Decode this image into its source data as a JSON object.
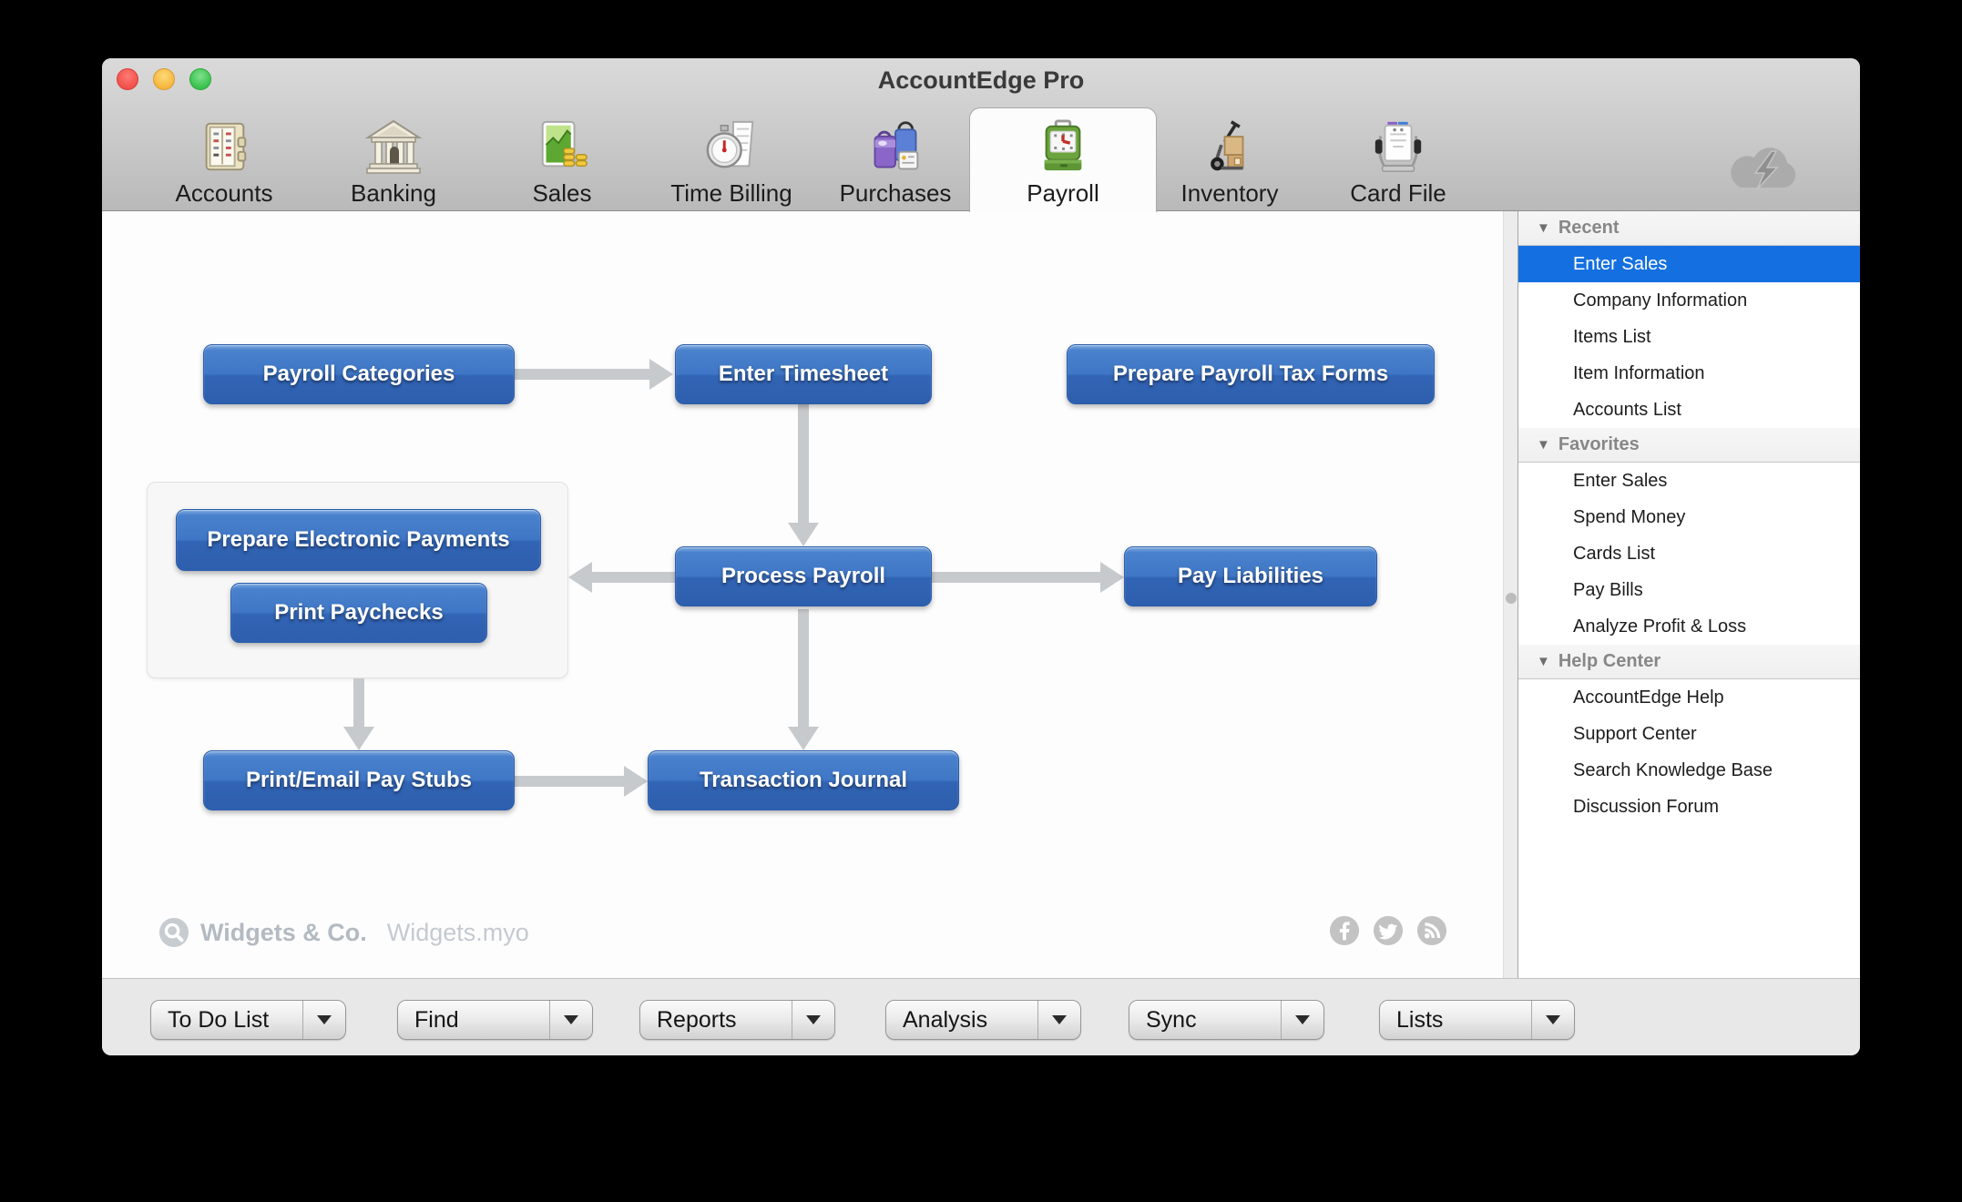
{
  "window": {
    "title": "AccountEdge Pro"
  },
  "toolbar": {
    "items": [
      {
        "label": "Accounts",
        "icon": "ledger-icon",
        "selected": false
      },
      {
        "label": "Banking",
        "icon": "bank-icon",
        "selected": false
      },
      {
        "label": "Sales",
        "icon": "chart-coins-icon",
        "selected": false
      },
      {
        "label": "Time Billing",
        "icon": "stopwatch-icon",
        "selected": false
      },
      {
        "label": "Purchases",
        "icon": "shopping-bags-icon",
        "selected": false
      },
      {
        "label": "Payroll",
        "icon": "punch-clock-icon",
        "selected": true
      },
      {
        "label": "Inventory",
        "icon": "hand-truck-icon",
        "selected": false
      },
      {
        "label": "Card File",
        "icon": "rolodex-icon",
        "selected": false
      }
    ],
    "cloud_icon": "cloud-sync-icon"
  },
  "sidebar": {
    "sections": [
      {
        "title": "Recent",
        "items": [
          {
            "label": "Enter Sales",
            "selected": true
          },
          {
            "label": "Company Information",
            "selected": false
          },
          {
            "label": "Items List",
            "selected": false
          },
          {
            "label": "Item Information",
            "selected": false
          },
          {
            "label": "Accounts List",
            "selected": false
          }
        ]
      },
      {
        "title": "Favorites",
        "items": [
          {
            "label": "Enter Sales",
            "selected": false
          },
          {
            "label": "Spend Money",
            "selected": false
          },
          {
            "label": "Cards List",
            "selected": false
          },
          {
            "label": "Pay Bills",
            "selected": false
          },
          {
            "label": "Analyze Profit & Loss",
            "selected": false
          }
        ]
      },
      {
        "title": "Help Center",
        "items": [
          {
            "label": "AccountEdge Help",
            "selected": false
          },
          {
            "label": "Support Center",
            "selected": false
          },
          {
            "label": "Search Knowledge Base",
            "selected": false
          },
          {
            "label": "Discussion Forum",
            "selected": false
          }
        ]
      }
    ]
  },
  "flowchart": {
    "nodes": [
      {
        "label": "Payroll Categories"
      },
      {
        "label": "Enter Timesheet"
      },
      {
        "label": "Prepare Payroll Tax Forms"
      },
      {
        "label": "Prepare Electronic Payments"
      },
      {
        "label": "Print Paychecks"
      },
      {
        "label": "Process Payroll"
      },
      {
        "label": "Pay Liabilities"
      },
      {
        "label": "Print/Email Pay Stubs"
      },
      {
        "label": "Transaction Journal"
      }
    ],
    "connections": [
      "Payroll Categories -> Enter Timesheet",
      "Enter Timesheet -> Process Payroll",
      "Process Payroll -> Prepare Electronic Payments / Print Paychecks",
      "Process Payroll -> Pay Liabilities",
      "Process Payroll -> Transaction Journal",
      "Prepare Electronic Payments / Print Paychecks -> Print/Email Pay Stubs",
      "Print/Email Pay Stubs -> Transaction Journal"
    ]
  },
  "footer": {
    "company": "Widgets & Co.",
    "file": "Widgets.myo",
    "icons": [
      "search-circle-icon",
      "facebook-icon",
      "twitter-icon",
      "rss-icon"
    ]
  },
  "bottom_bar": {
    "buttons": [
      {
        "label": "To Do List"
      },
      {
        "label": "Find"
      },
      {
        "label": "Reports"
      },
      {
        "label": "Analysis"
      },
      {
        "label": "Sync"
      },
      {
        "label": "Lists"
      }
    ]
  },
  "colors": {
    "selection_blue": "#1470e0",
    "node_blue_top": "#4a81cd",
    "node_blue_bottom": "#2e5fae",
    "arrow_gray": "#c7cacd",
    "header_gray": "#c9c9c9"
  }
}
